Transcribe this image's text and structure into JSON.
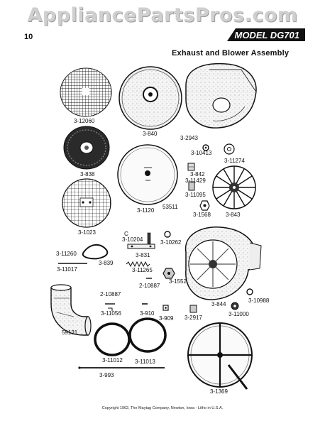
{
  "watermark": "AppliancePartsPros.com",
  "page_number": "10",
  "model": "MODEL DG701",
  "section_title": "Exhaust and Blower Assembly",
  "labels": {
    "p3_12060": "3-12060",
    "p3_840": "3-840",
    "p3_2943": "3-2943",
    "p3_10413": "3-10413",
    "p3_11274": "3-11274",
    "p3_838": "3-838",
    "p3_842": "3-842",
    "p3_11429": "3-11429",
    "p3_11095": "3-11095",
    "p3_1120": "3-1120",
    "p53511": "53511",
    "p3_1568": "3-1568",
    "p3_843": "3-843",
    "p3_1023": "3-1023",
    "c": "C",
    "p3_10204": "3-10204",
    "p3_10262": "3-10262",
    "p3_11260": "3-11260",
    "p3_839": "3-839",
    "p3_831": "3-831",
    "p3_11017": "3-11017",
    "p3_11265": "3-11265",
    "p3_1552": "3-1552",
    "p2_10887a": "2-10887",
    "p2_10887b": "2-10887",
    "p3_11056": "3-11056",
    "p3_910": "3-910",
    "p3_909": "3-909",
    "p3_2917": "3-2917",
    "p3_844": "3-844",
    "p3_10988": "3-10988",
    "p3_11000": "3-11000",
    "p59131": "59131",
    "p3_11012": "3-11012",
    "p3_11013": "3-11013",
    "p3_993": "3-993",
    "p3_1369": "3-1369"
  },
  "copyright": "Copyright 1962, The Maytag Company, Newton, Iowa - Litho in U.S.A."
}
